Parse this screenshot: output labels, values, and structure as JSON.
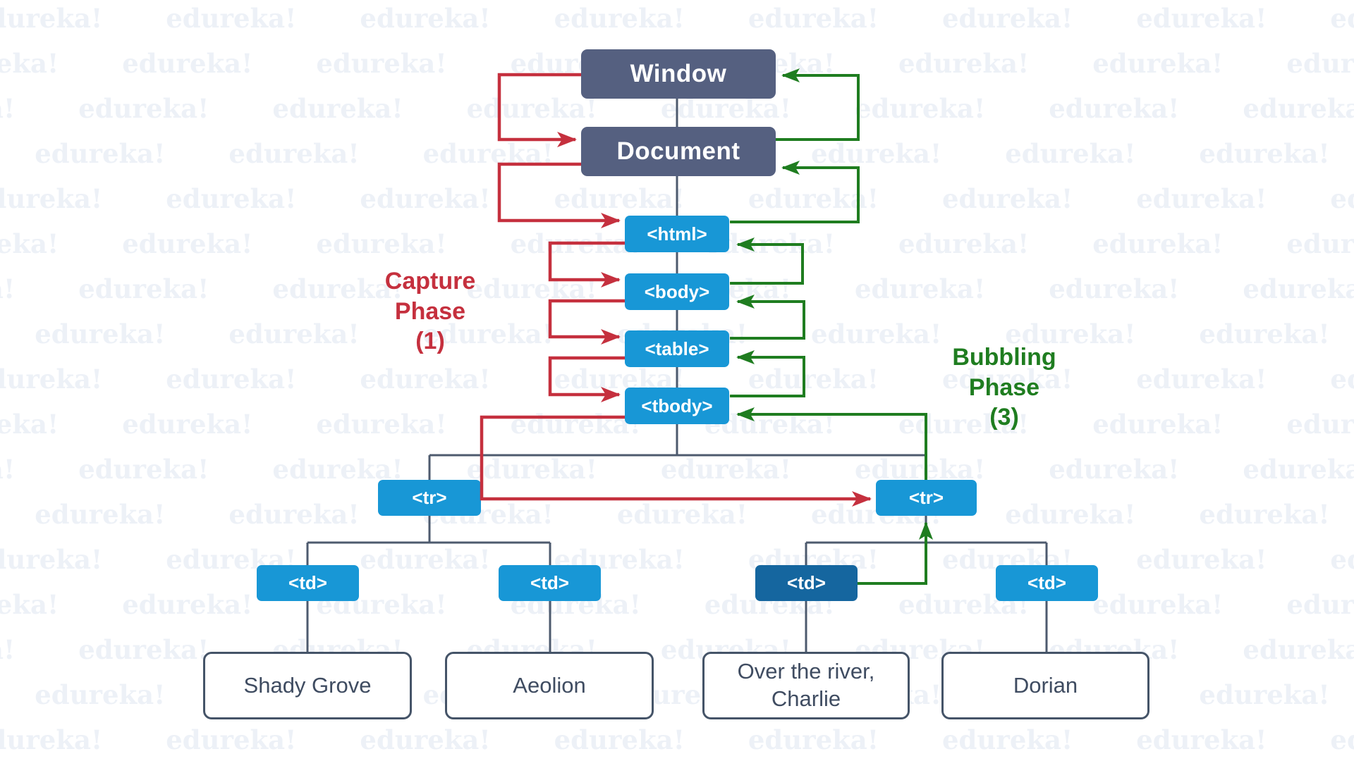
{
  "watermark": {
    "text": "edureka!",
    "color": "#edf1f7"
  },
  "colors": {
    "node_dark": "#556080",
    "node_blue": "#1897d6",
    "node_blue_dark": "#15669f",
    "capture_red": "#c5303e",
    "bubble_green": "#1f7d20",
    "tree_line": "#4d5a6e",
    "leaf_border": "#455468",
    "leaf_text": "#3f4c61"
  },
  "nodes": {
    "window": "Window",
    "document": "Document",
    "html": "<html>",
    "body": "<body>",
    "table": "<table>",
    "tbody": "<tbody>",
    "tr_left": "<tr>",
    "tr_right": "<tr>",
    "td_1": "<td>",
    "td_2": "<td>",
    "td_3": "<td>",
    "td_4": "<td>"
  },
  "leaves": {
    "leaf_1": "Shady Grove",
    "leaf_2": "Aeolion",
    "leaf_3": "Over the river,\nCharlie",
    "leaf_4": "Dorian"
  },
  "labels": {
    "capture": "Capture\nPhase\n(1)",
    "bubbling": "Bubbling\nPhase\n(3)"
  }
}
